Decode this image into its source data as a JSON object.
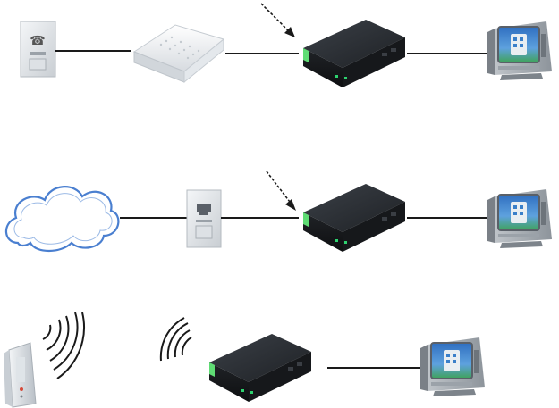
{
  "diagram": {
    "rows": [
      {
        "id": "adsl-connection",
        "devices": [
          "phone-wall-jack-icon",
          "adsl-modem-icon",
          "tv-box-icon",
          "crt-tv-icon"
        ],
        "has_input_arrow": true
      },
      {
        "id": "ethernet-connection",
        "devices": [
          "cloud-icon",
          "ethernet-wall-socket-icon",
          "tv-box-icon",
          "crt-tv-icon"
        ],
        "has_input_arrow": true
      },
      {
        "id": "wireless-connection",
        "devices": [
          "wireless-router-icon",
          "wifi-waves-icon",
          "wifi-waves-icon",
          "tv-box-icon",
          "crt-tv-icon"
        ],
        "has_input_arrow": false
      }
    ],
    "colors": {
      "line": "#1a1a1a",
      "box_top": "#2f3338",
      "box_side": "#1b1d20",
      "box_led": "#2dd36f",
      "cloud_stroke": "#4a7fd0",
      "tv_screen": "#3a7fc9",
      "wall_plate": "#e8ebee"
    }
  }
}
